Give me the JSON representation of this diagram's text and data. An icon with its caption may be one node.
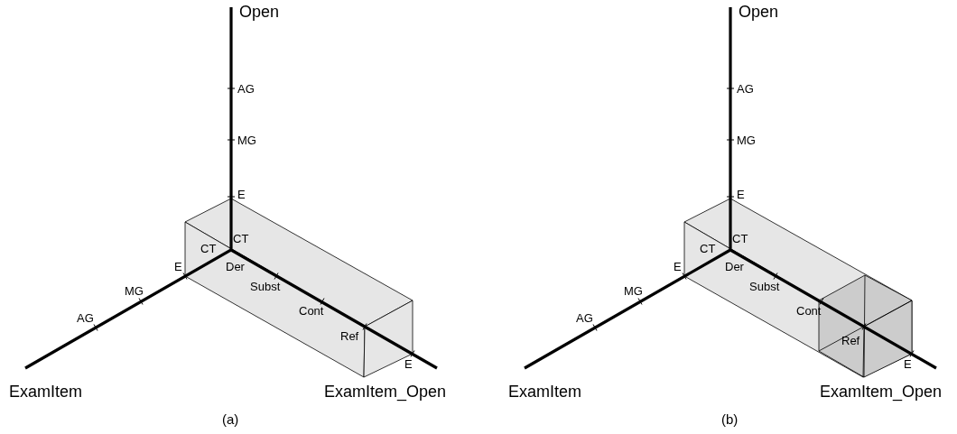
{
  "diagram": {
    "labels": [
      "Open",
      "AG",
      "MG",
      "E",
      "CT",
      "CT",
      "E",
      "Der",
      "MG",
      "Subst",
      "AG",
      "Cont",
      "Ref",
      "E",
      "ExamItem",
      "ExamItem_Open",
      "(a)",
      "Open",
      "AG",
      "MG",
      "E",
      "CT",
      "CT",
      "E",
      "Der",
      "MG",
      "Subst",
      "AG",
      "Cont",
      "Ref",
      "E",
      "ExamItem",
      "ExamItem_Open",
      "(b)"
    ]
  }
}
